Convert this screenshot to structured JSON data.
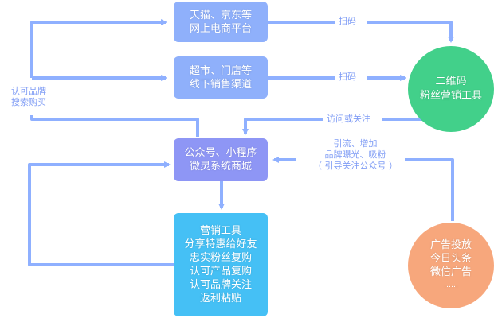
{
  "colors": {
    "line": "#8fb0ff",
    "box_online": "#8fb0fb",
    "box_offline": "#8fb0fb",
    "box_wechat": "#8e96f5",
    "box_tools": "#45c0f5",
    "circle_qr": "#42d08a",
    "circle_ads": "#f7a77c",
    "label_text": "#7f9cf5"
  },
  "nodes": {
    "online": {
      "lines": [
        "天猫、京东等",
        "网上电商平台"
      ]
    },
    "offline": {
      "lines": [
        "超市、门店等",
        "线下销售渠道"
      ]
    },
    "qrcode": {
      "lines": [
        "二维码",
        "粉丝营销工具"
      ]
    },
    "wechat": {
      "lines": [
        "公众号、小程序",
        "微灵系统商城"
      ]
    },
    "tools": {
      "lines": [
        "营销工具",
        "分享特惠给好友",
        "忠实粉丝复购",
        "认可产品复购",
        "认可品牌关注",
        "返利粘贴"
      ]
    },
    "ads": {
      "lines": [
        "广告投放",
        "今日头条",
        "微信广告",
        "……"
      ]
    }
  },
  "edge_labels": {
    "scan1": "扫码",
    "scan2": "扫码",
    "visit": "访问或关注",
    "brand_search": [
      "认可品牌",
      "搜索购买"
    ],
    "traffic": [
      "引流、增加",
      "品牌曝光、吸粉",
      "（ 引导关注公众号 ）"
    ]
  }
}
